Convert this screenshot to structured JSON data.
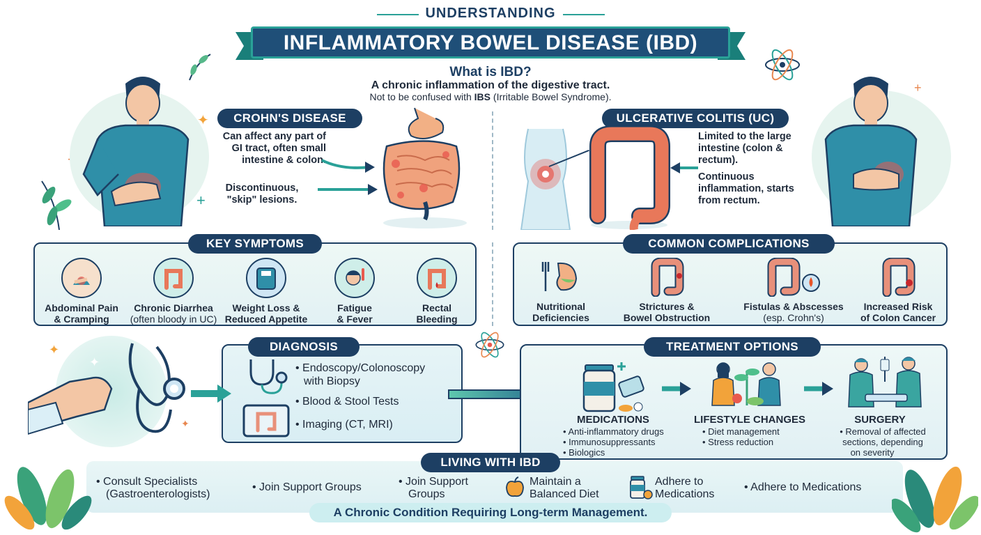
{
  "header": {
    "kicker": "UNDERSTANDING",
    "title": "INFLAMMATORY BOWEL DISEASE (IBD)",
    "question": "What is IBD?",
    "definition": "A chronic inflammation of the digestive tract.",
    "note_prefix": "Not to be confused with ",
    "note_bold": "IBS",
    "note_suffix": " (Irritable Bowel Syndrome)."
  },
  "crohns": {
    "label": "CROHN'S DISEASE",
    "point1": "Can affect any part of GI tract, often small intestine & colon.",
    "point2": "Discontinuous, \"skip\" lesions."
  },
  "uc": {
    "label": "ULCERATIVE COLITIS (UC)",
    "point1": "Limited to the large intestine (colon & rectum).",
    "point2": "Continuous inflammation, starts from rectum."
  },
  "symptoms": {
    "title": "KEY SYMPTOMS",
    "items": [
      {
        "line1": "Abdominal Pain",
        "line2": "& Cramping"
      },
      {
        "line1": "Chronic Diarrhea",
        "line2": "(often bloody in UC)"
      },
      {
        "line1": "Weight Loss &",
        "line2": "Reduced Appetite"
      },
      {
        "line1": "Fatigue",
        "line2": "& Fever"
      },
      {
        "line1": "Rectal",
        "line2": "Bleeding"
      }
    ]
  },
  "complications": {
    "title": "COMMON COMPLICATIONS",
    "items": [
      {
        "line1": "Nutritional",
        "line2": "Deficiencies"
      },
      {
        "line1": "Strictures &",
        "line2": "Bowel Obstruction"
      },
      {
        "line1": "Fistulas & Abscesses",
        "line2": "(esp. Crohn's)"
      },
      {
        "line1": "Increased Risk",
        "line2": "of Colon Cancer"
      }
    ]
  },
  "diagnosis": {
    "title": "DIAGNOSIS",
    "items": [
      "• Endoscopy/Colonoscopy",
      "with Biopsy",
      "• Blood & Stool Tests",
      "• Imaging (CT, MRI)"
    ]
  },
  "treatment": {
    "title": "TREATMENT OPTIONS",
    "medications": {
      "title": "MEDICATIONS",
      "items": [
        "• Anti-inflammatory drugs",
        "• Immunosuppressants",
        "• Biologics"
      ]
    },
    "lifestyle": {
      "title": "LIFESTYLE CHANGES",
      "items": [
        "• Diet management",
        "• Stress reduction"
      ]
    },
    "surgery": {
      "title": "SURGERY",
      "items": [
        "• Removal of affected",
        "sections, depending",
        "on severity"
      ]
    }
  },
  "living": {
    "title": "LIVING WITH IBD",
    "items": [
      {
        "line1": "• Consult Specialists",
        "line2": "(Gastroenterologists)"
      },
      {
        "line1": "• Join Support Groups",
        "line2": ""
      },
      {
        "line1": "• Join Support",
        "line2": "Groups"
      },
      {
        "line1": "Maintain a",
        "line2": "Balanced Diet"
      },
      {
        "line1": "Adhere to",
        "line2": "Medications"
      },
      {
        "line1": "• Adhere to Medications",
        "line2": ""
      }
    ],
    "footer": "A Chronic Condition Requiring Long-term Management."
  },
  "colors": {
    "navy": "#1d3f63",
    "teal": "#2aa198",
    "inflamed": "#e85a4f",
    "intestine": "#f0a27d"
  }
}
